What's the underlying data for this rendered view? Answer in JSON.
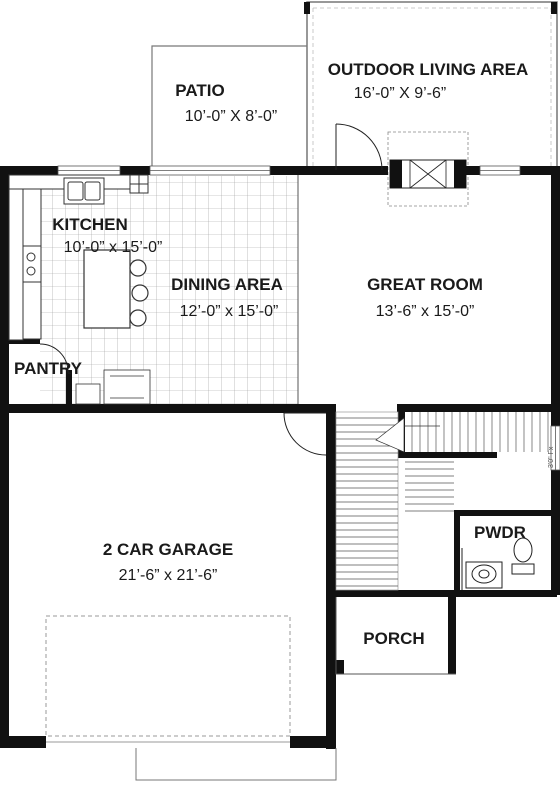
{
  "rooms": {
    "outdoor_living": {
      "name": "OUTDOOR LIVING AREA",
      "dims": "16’-0” X 9’-6”"
    },
    "patio": {
      "name": "PATIO",
      "dims": "10’-0” X 8’-0”"
    },
    "kitchen": {
      "name": "KITCHEN",
      "dims": "10’-0” x 15’-0”"
    },
    "dining": {
      "name": "DINING AREA",
      "dims": "12’-0” x 15’-0”"
    },
    "great_room": {
      "name": "GREAT ROOM",
      "dims": "13’-6” x 15’-0”"
    },
    "pantry": {
      "name": "PANTRY"
    },
    "garage": {
      "name": "2 CAR GARAGE",
      "dims": "21’-6” x 21’-6”"
    },
    "powder": {
      "name": "PWDR"
    },
    "porch": {
      "name": "PORCH"
    }
  },
  "notes": {
    "window_note": "3'0\" Fx"
  }
}
